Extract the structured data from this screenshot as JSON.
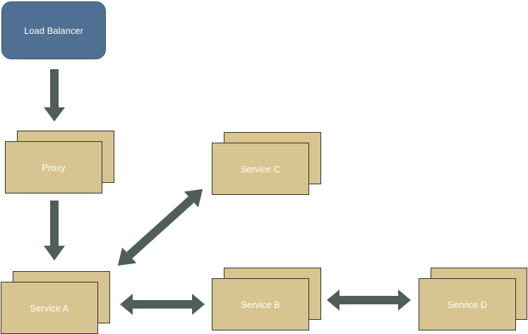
{
  "nodes": {
    "load_balancer": "Load Balancer",
    "proxy": "Proxy",
    "service_a": "Service A",
    "service_b": "Service B",
    "service_c": "Service C",
    "service_d": "Service D"
  },
  "colors": {
    "load_balancer_fill": "#4f6f93",
    "service_fill": "#d8c490",
    "arrow": "#4f5e58",
    "label_text": "#ffffff"
  }
}
